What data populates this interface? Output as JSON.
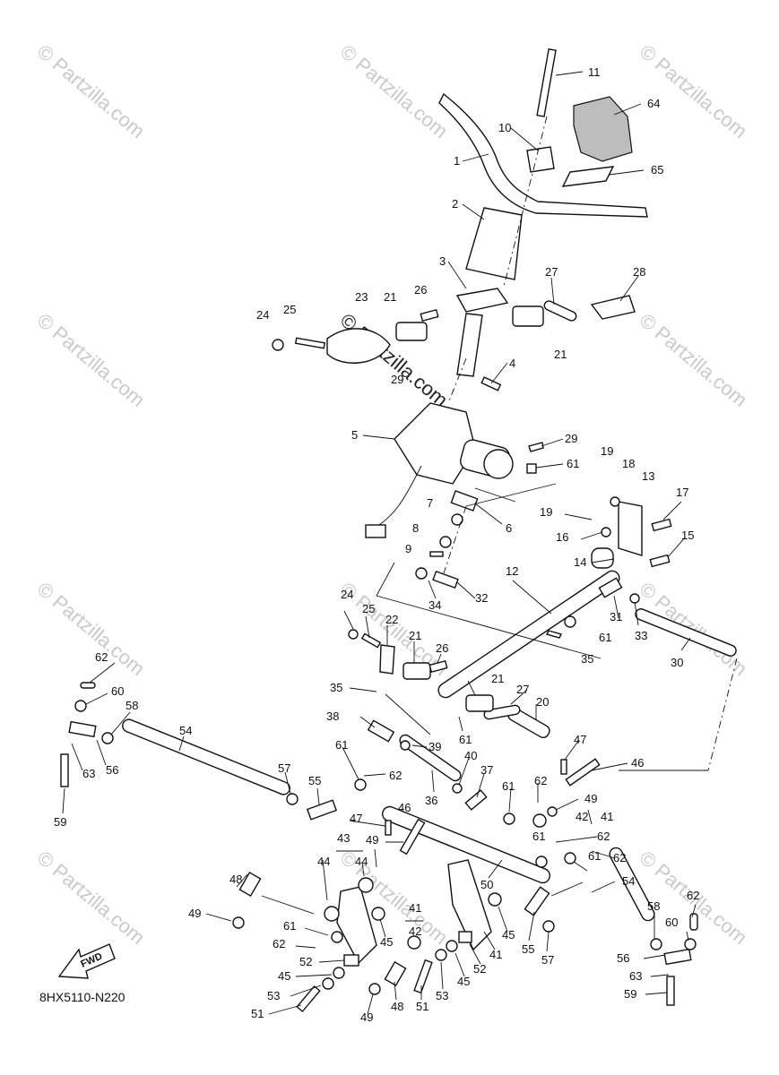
{
  "watermark": {
    "text": "© Partzilla.com"
  },
  "diagram_code": "8HX5110-N220",
  "fwd_label": "FWD",
  "callouts": {
    "c1": "1",
    "c2": "2",
    "c3": "3",
    "c4": "4",
    "c5": "5",
    "c6": "6",
    "c7": "7",
    "c8": "8",
    "c9": "9",
    "c10": "10",
    "c11": "11",
    "c12": "12",
    "c13": "13",
    "c14": "14",
    "c15": "15",
    "c16": "16",
    "c17": "17",
    "c18": "18",
    "c19": "19",
    "c20": "20",
    "c21": "21",
    "c22": "22",
    "c23": "23",
    "c24": "24",
    "c25": "25",
    "c26": "26",
    "c27": "27",
    "c28": "28",
    "c29": "29",
    "c30": "30",
    "c31": "31",
    "c32": "32",
    "c33": "33",
    "c34": "34",
    "c35": "35",
    "c36": "36",
    "c37": "37",
    "c38": "38",
    "c39": "39",
    "c40": "40",
    "c41": "41",
    "c42": "42",
    "c43": "43",
    "c44": "44",
    "c45": "45",
    "c46": "46",
    "c47": "47",
    "c48": "48",
    "c49": "49",
    "c50": "50",
    "c51": "51",
    "c52": "52",
    "c53": "53",
    "c54": "54",
    "c55": "55",
    "c56": "56",
    "c57": "57",
    "c58": "58",
    "c59": "59",
    "c60": "60",
    "c61": "61",
    "c62": "62",
    "c63": "63",
    "c64": "64",
    "c65": "65"
  }
}
